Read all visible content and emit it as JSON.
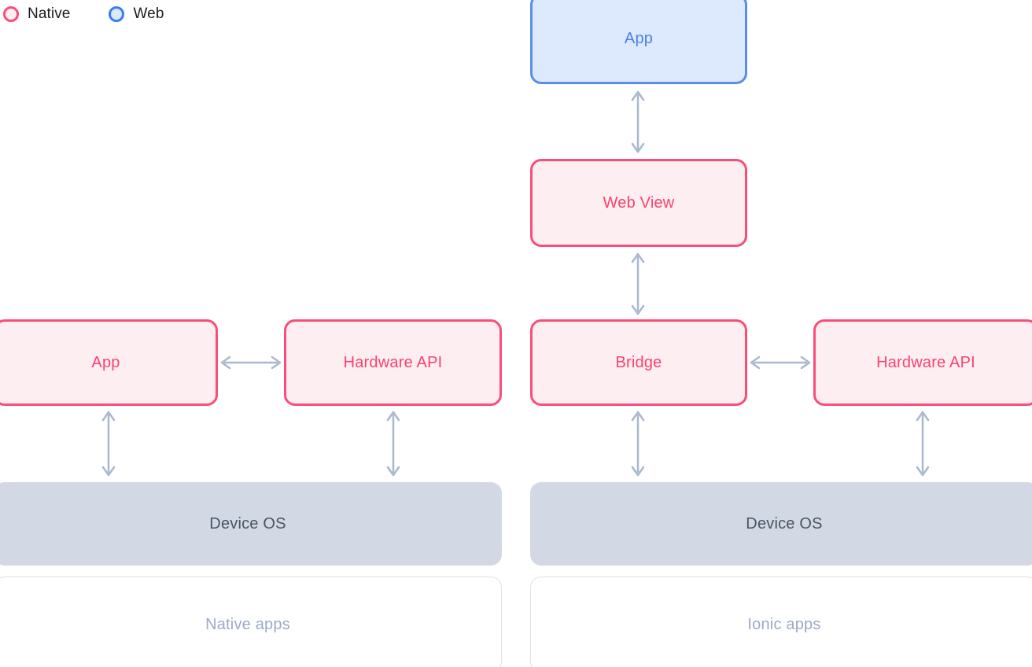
{
  "legend": {
    "items": [
      {
        "label": "Native",
        "icon": "circle-outline-icon",
        "color": "#fa4d79",
        "fill": "#fdeef2"
      },
      {
        "label": "Web",
        "icon": "circle-outline-icon",
        "color": "#3b7cf6",
        "fill": "#dbe9fd"
      }
    ]
  },
  "colors": {
    "native_border": "#fa4d79",
    "native_fill": "#fdeef2",
    "native_text": "#f8426f",
    "web_border": "#5b8def",
    "web_fill": "#ddeafd",
    "web_text": "#4a7fe8",
    "os_fill": "#d2d9e4",
    "os_text": "#4a5464",
    "muted_text": "#9babc4",
    "outline_border": "#dbe2ec",
    "arrow": "#a9b8ce"
  },
  "native_stack": {
    "caption": "Native apps",
    "app": "App",
    "hardware_api": "Hardware API",
    "device_os": "Device OS"
  },
  "ionic_stack": {
    "caption": "Ionic apps",
    "app": "App",
    "web_view": "Web View",
    "bridge": "Bridge",
    "hardware_api": "Hardware API",
    "device_os": "Device OS"
  },
  "connectors": [
    {
      "name": "app-to-webview",
      "direction": "bidirectional-vertical"
    },
    {
      "name": "webview-to-bridge",
      "direction": "bidirectional-vertical"
    },
    {
      "name": "native-app-to-hardware",
      "direction": "bidirectional-horizontal"
    },
    {
      "name": "bridge-to-hardware",
      "direction": "bidirectional-horizontal"
    },
    {
      "name": "native-app-to-os",
      "direction": "bidirectional-vertical"
    },
    {
      "name": "native-hardware-to-os",
      "direction": "bidirectional-vertical"
    },
    {
      "name": "bridge-to-os",
      "direction": "bidirectional-vertical"
    },
    {
      "name": "ionic-hardware-to-os",
      "direction": "bidirectional-vertical"
    }
  ]
}
